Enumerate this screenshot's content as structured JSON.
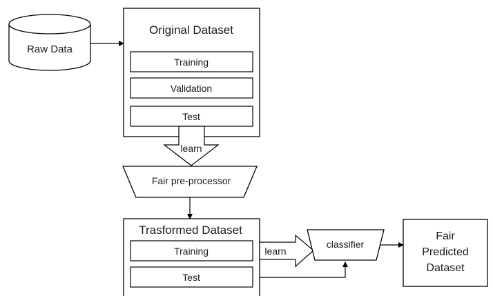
{
  "nodes": {
    "raw_data": "Raw Data",
    "original_dataset": {
      "title": "Original Dataset",
      "splits": [
        "Training",
        "Validation",
        "Test"
      ]
    },
    "learn_arrow_1": "learn",
    "fair_preprocessor": "Fair pre-processor",
    "transformed_dataset": {
      "title": "Trasformed Dataset",
      "splits": [
        "Training",
        "Test"
      ]
    },
    "learn_arrow_2": "learn",
    "classifier": "classifier",
    "fair_predicted_dataset": [
      "Fair",
      "Predicted",
      "Dataset"
    ]
  }
}
